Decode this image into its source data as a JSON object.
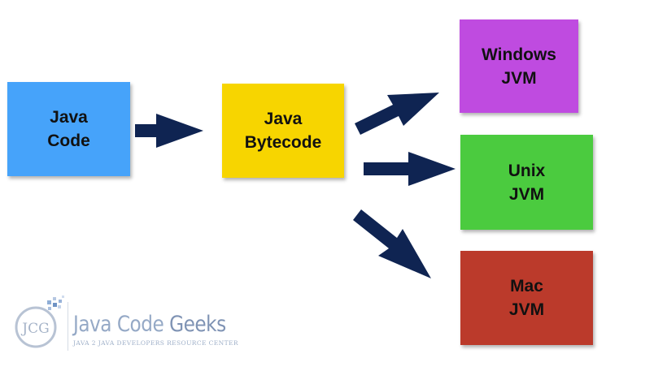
{
  "boxes": {
    "java_code": {
      "line1": "Java",
      "line2": "Code",
      "color": "#46a3fa"
    },
    "bytecode": {
      "line1": "Java",
      "line2": "Bytecode",
      "color": "#f7d500"
    },
    "windows": {
      "line1": "Windows",
      "line2": "JVM",
      "color": "#bf4be0"
    },
    "unix": {
      "line1": "Unix",
      "line2": "JVM",
      "color": "#4bcb3f"
    },
    "mac": {
      "line1": "Mac",
      "line2": "JVM",
      "color": "#bb3a2b"
    }
  },
  "arrow_color": "#0f2452",
  "logo": {
    "monogram": "JCG",
    "name_part1": "Java",
    "name_part2": "Code",
    "name_part3": "Geeks",
    "tagline": "JAVA 2 JAVA DEVELOPERS RESOURCE CENTER",
    "icon": "jcg-logo-icon"
  }
}
